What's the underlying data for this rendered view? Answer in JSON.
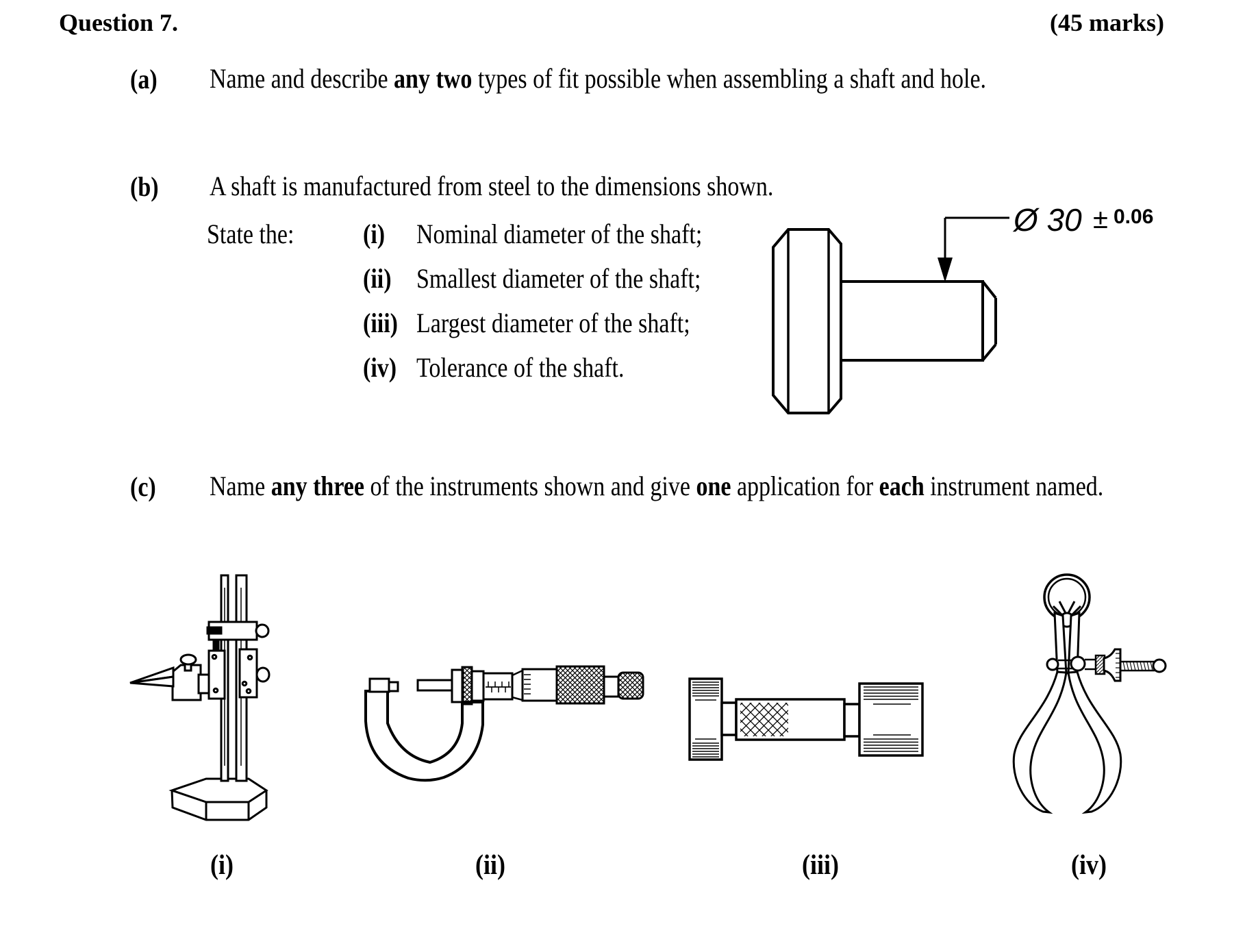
{
  "header": {
    "title": "Question 7.",
    "marks": "(45 marks)"
  },
  "part_a": {
    "label": "(a)",
    "segments": [
      {
        "t": "Name and describe ",
        "b": false
      },
      {
        "t": "any two",
        "b": true
      },
      {
        "t": " types of fit possible when assembling a shaft and hole.",
        "b": false
      }
    ]
  },
  "part_b": {
    "label": "(b)",
    "intro": "A shaft is manufactured from steel to the dimensions shown.",
    "state_label": "State the:",
    "items": [
      {
        "num": "(i)",
        "text": "Nominal diameter of the shaft;"
      },
      {
        "num": "(ii)",
        "text": "Smallest diameter of the shaft;"
      },
      {
        "num": "(iii)",
        "text": "Largest diameter of the shaft;"
      },
      {
        "num": "(iv)",
        "text": "Tolerance of the shaft."
      }
    ]
  },
  "shaft_drawing": {
    "dim_main": "Ø 30",
    "dim_pm": "±",
    "dim_tol": "0.06"
  },
  "part_c": {
    "label": "(c)",
    "segments": [
      {
        "t": "Name ",
        "b": false
      },
      {
        "t": "any three",
        "b": true
      },
      {
        "t": " of the instruments shown and give ",
        "b": false
      },
      {
        "t": "one",
        "b": true
      },
      {
        "t": " application for ",
        "b": false
      },
      {
        "t": "each",
        "b": true
      },
      {
        "t": " instrument named.",
        "b": false
      }
    ]
  },
  "instruments": [
    {
      "label": "(i)",
      "figure": "vernier-height-gauge"
    },
    {
      "label": "(ii)",
      "figure": "outside-micrometer"
    },
    {
      "label": "(iii)",
      "figure": "plug-gauge"
    },
    {
      "label": "(iv)",
      "figure": "spring-outside-caliper"
    }
  ]
}
